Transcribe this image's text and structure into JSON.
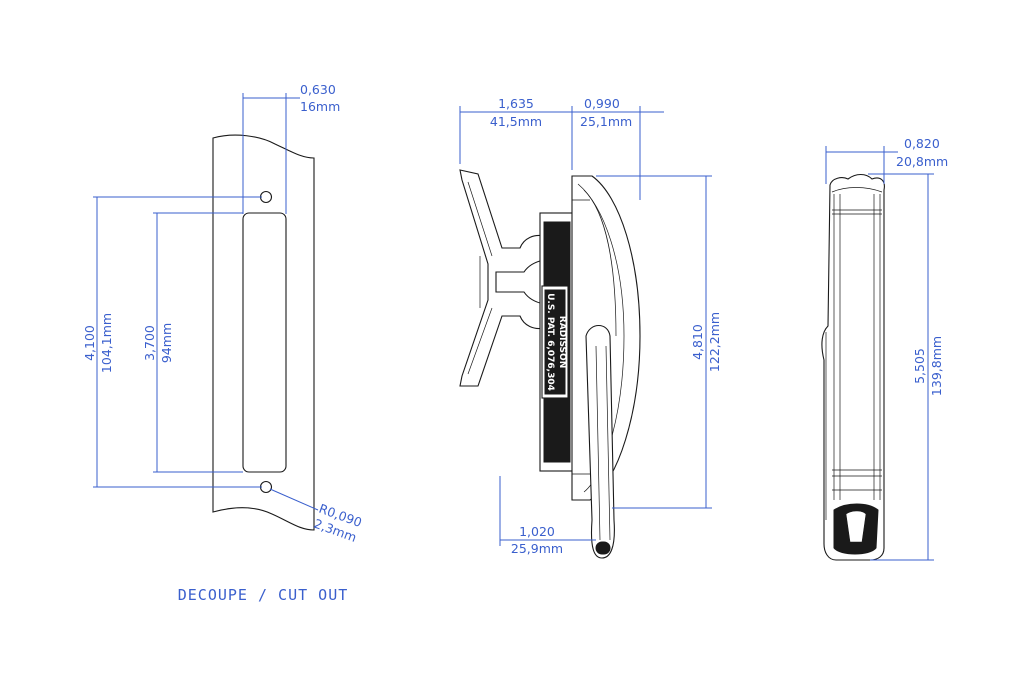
{
  "caption": "DECOUPE / CUT OUT",
  "cutout": {
    "width_in": "0,630",
    "width_mm": "16mm",
    "hole_spacing_in": "4,100",
    "hole_spacing_mm": "104,1mm",
    "slot_length_in": "3,700",
    "slot_length_mm": "94mm",
    "radius_in": "R0,090",
    "radius_mm": "2,3mm"
  },
  "side_view": {
    "depth_in": "1,635",
    "depth_mm": "41,5mm",
    "handle_in": "0,990",
    "handle_mm": "25,1mm",
    "height_in": "4,810",
    "height_mm": "122,2mm",
    "bottom_in": "1,020",
    "bottom_mm": "25,9mm",
    "stamp_line1": "RADISSON",
    "stamp_line2": "U.S. PAT. 6,076,304"
  },
  "front_view": {
    "width_in": "0,820",
    "width_mm": "20,8mm",
    "height_in": "5,505",
    "height_mm": "139,8mm"
  }
}
